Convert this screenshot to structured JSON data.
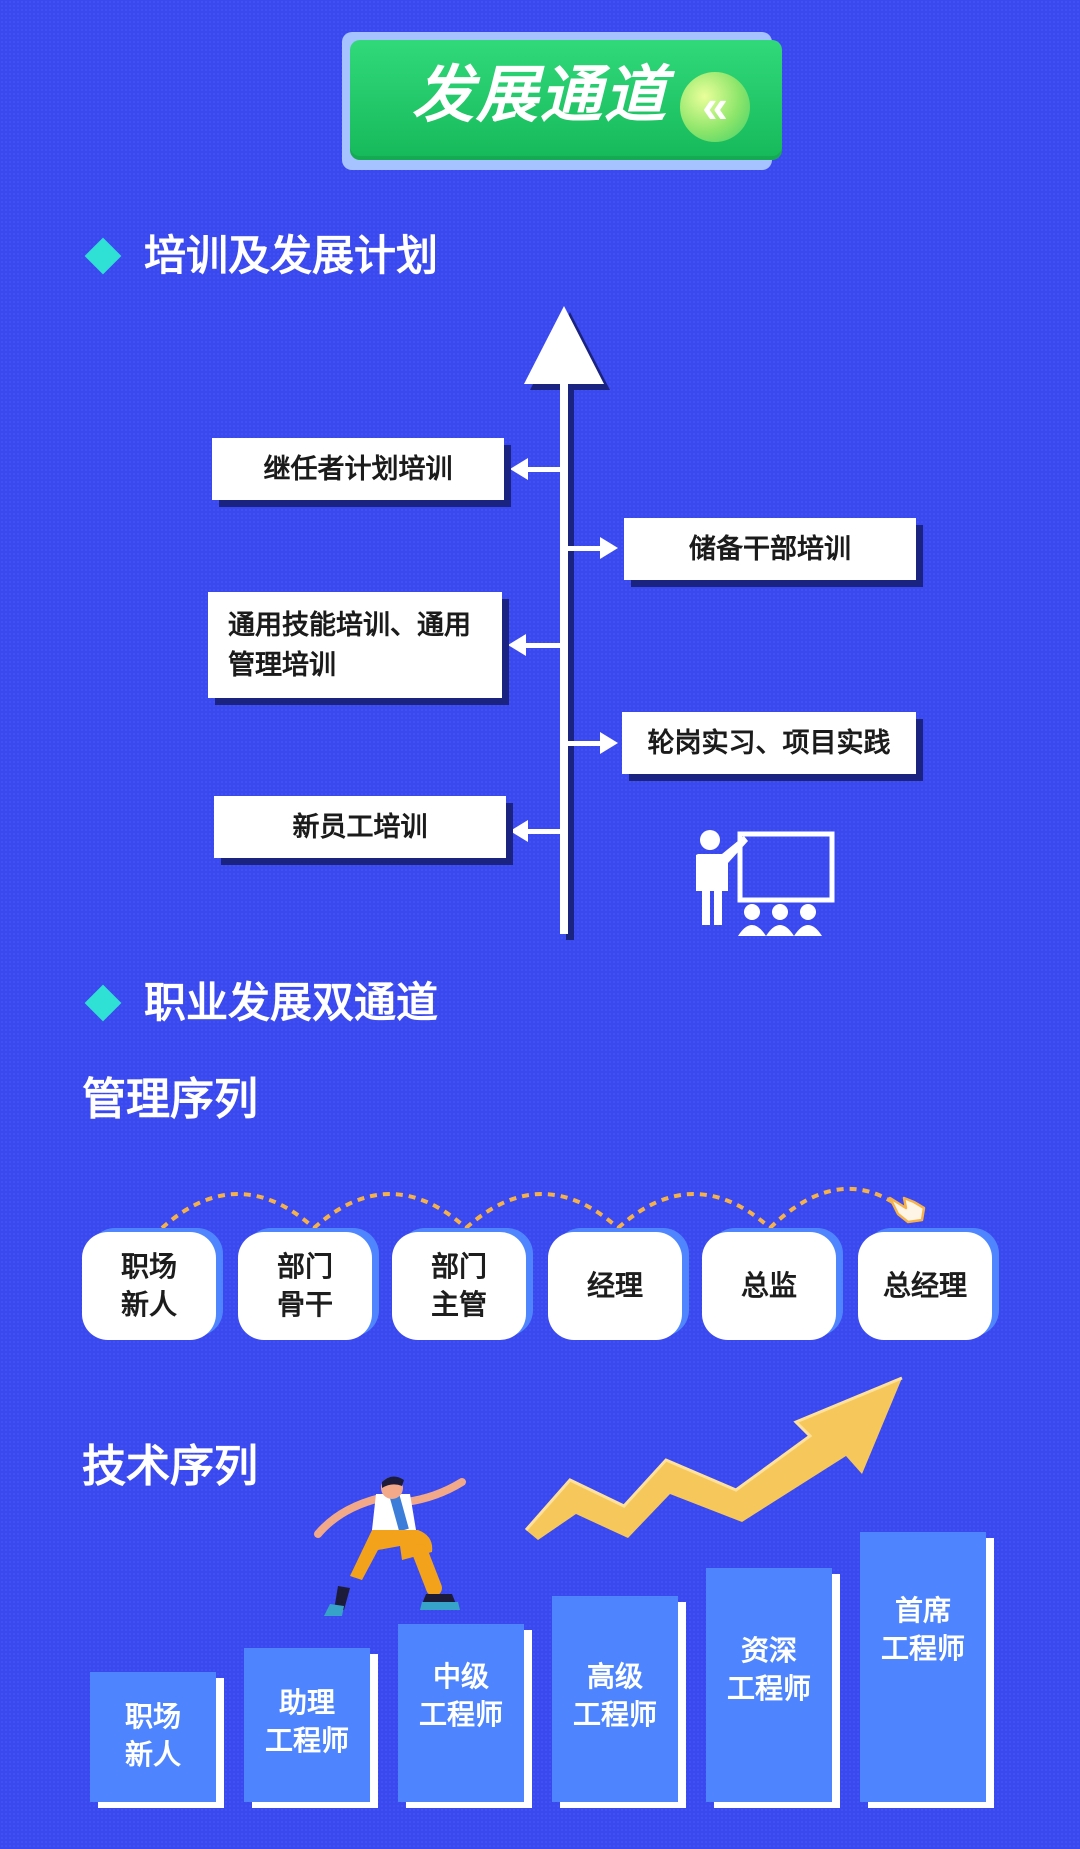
{
  "header": {
    "title": "发展通道",
    "icon": "double-chevron-left-icon"
  },
  "section1": {
    "title": "培训及发展计划",
    "left_items": [
      "继任者计划培训",
      "通用技能培训、通用管理培训",
      "新员工培训"
    ],
    "right_items": [
      "储备干部培训",
      "轮岗实习、项目实践"
    ],
    "illustration": "teacher-presentation-icon"
  },
  "section2": {
    "title": "职业发展双通道",
    "management": {
      "title": "管理序列",
      "levels": [
        "职场\n新人",
        "部门\n骨干",
        "部门\n主管",
        "经理",
        "总监",
        "总经理"
      ],
      "pointer_icon": "hand-pointer-icon"
    },
    "technical": {
      "title": "技术序列",
      "levels": [
        "职场\n新人",
        "助理\n工程师",
        "中级\n工程师",
        "高级\n工程师",
        "资深\n工程师",
        "首席\n工程师"
      ],
      "illustration": "running-person-icon",
      "trend_icon": "zigzag-up-arrow-icon"
    }
  },
  "colors": {
    "background": "#3a48f0",
    "header_green": "#22c766",
    "diamond_cyan": "#2fe0d5",
    "card_shadow": "#4f86ff",
    "step_blue": "#4e85ff",
    "arc_orange": "#f6b24a",
    "arrow_yellow": "#f6c75a"
  }
}
